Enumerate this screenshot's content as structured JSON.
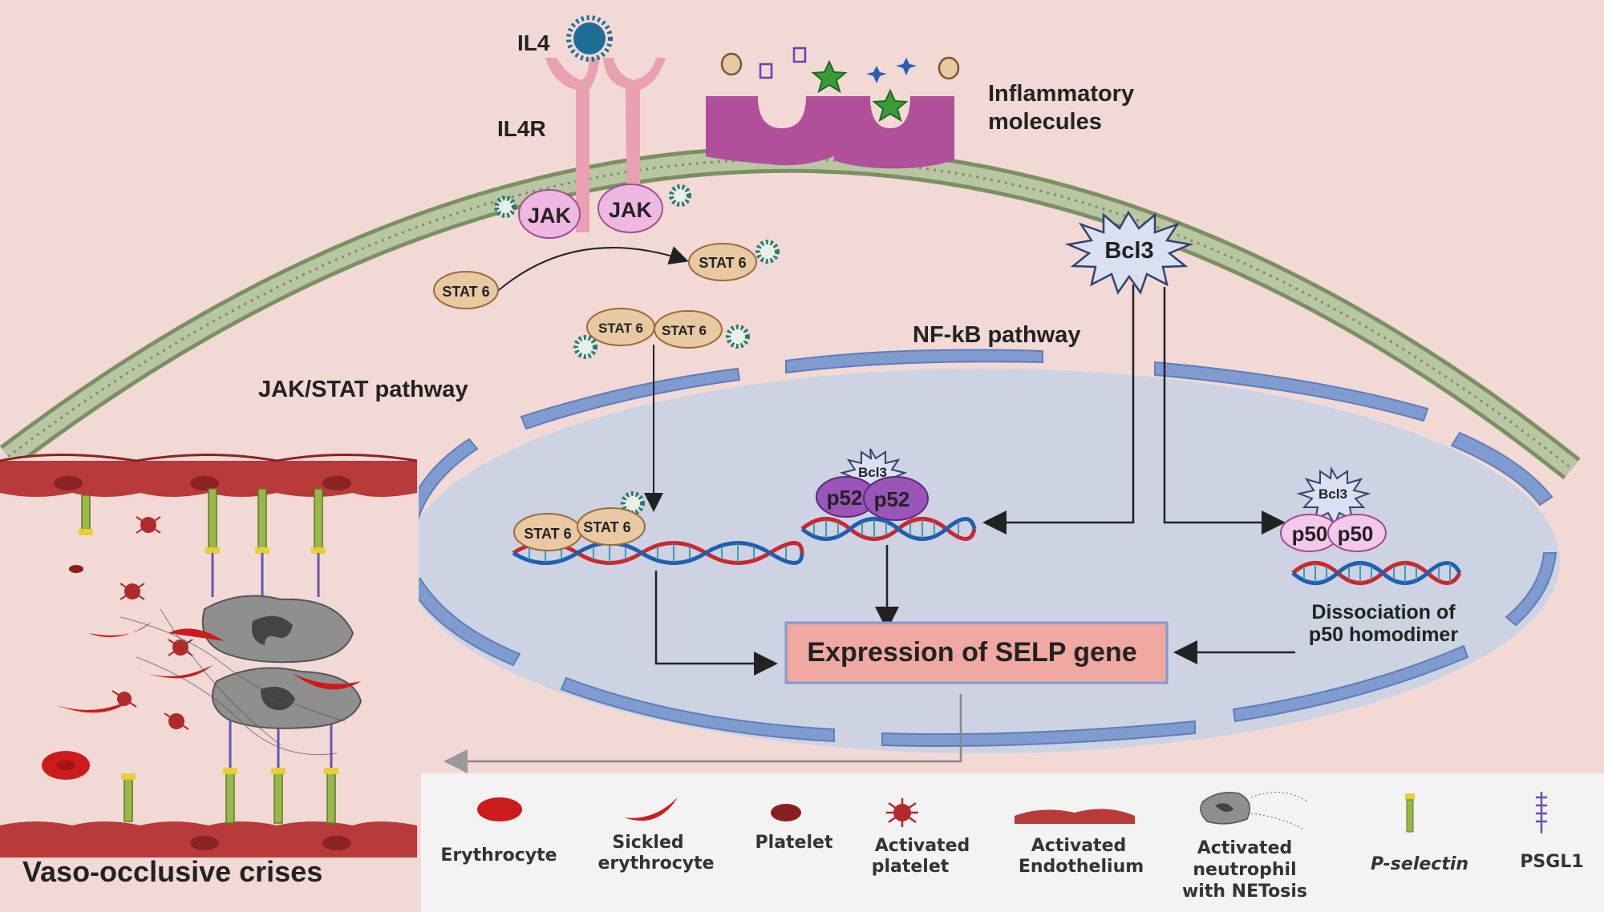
{
  "labels": {
    "il4": "IL4",
    "il4r": "IL4R",
    "jak_left": "JAK",
    "jak_right": "JAK",
    "stat6": "STAT 6",
    "inflammatory_line1": "Inflammatory",
    "inflammatory_line2": "molecules",
    "bcl3_main": "Bcl3",
    "nfkb": "NF-kB pathway",
    "jakstat": "JAK/STAT pathway",
    "bcl3_small": "Bcl3",
    "p52": "p52",
    "p50": "p50",
    "dissociation_line1": "Dissociation of",
    "dissociation_line2": "p50 homodimer",
    "expression": "Expression of SELP gene",
    "voc": "Vaso-occlusive crises"
  },
  "legend": [
    {
      "line1": "Erythrocyte",
      "line2": "",
      "line3": ""
    },
    {
      "line1": "Sickled",
      "line2": "erythrocyte",
      "line3": ""
    },
    {
      "line1": "Platelet",
      "line2": "",
      "line3": ""
    },
    {
      "line1": "Activated",
      "line2": "platelet",
      "line3": ""
    },
    {
      "line1": "Activated",
      "line2": "Endothelium",
      "line3": ""
    },
    {
      "line1": "Activated",
      "line2": "neutrophil",
      "line3": "with NETosis"
    },
    {
      "line1": "P-selectin",
      "line2": "",
      "line3": ""
    },
    {
      "line1": "PSGL1",
      "line2": "",
      "line3": ""
    }
  ],
  "colors": {
    "background": "#f2d9d6",
    "nucleus": "#cdd3e3",
    "nuclear_envelope": "#7f9bd0",
    "membrane": "#8fa278",
    "receptor": "#e8a0b2",
    "inflammatory_receptor": "#b0509a",
    "jak": "#eeb8e3",
    "stat": "#e8c9a2",
    "p52": "#9a55b8",
    "p50": "#f4c8ec",
    "expression_box": "#f0a8a2",
    "endothelium": "#b83a3a",
    "erythrocyte": "#cc1b1b",
    "neutrophil": "#8f8f8f",
    "legend_bg": "#f3f3f3"
  },
  "icons": [
    "il4-ligand-icon",
    "bcl3-star-icon",
    "dna-helix-icon",
    "erythrocyte-icon",
    "sickle-cell-icon",
    "platelet-icon",
    "activated-platelet-icon",
    "endothelium-icon",
    "neutrophil-icon",
    "p-selectin-icon",
    "psgl1-icon"
  ]
}
